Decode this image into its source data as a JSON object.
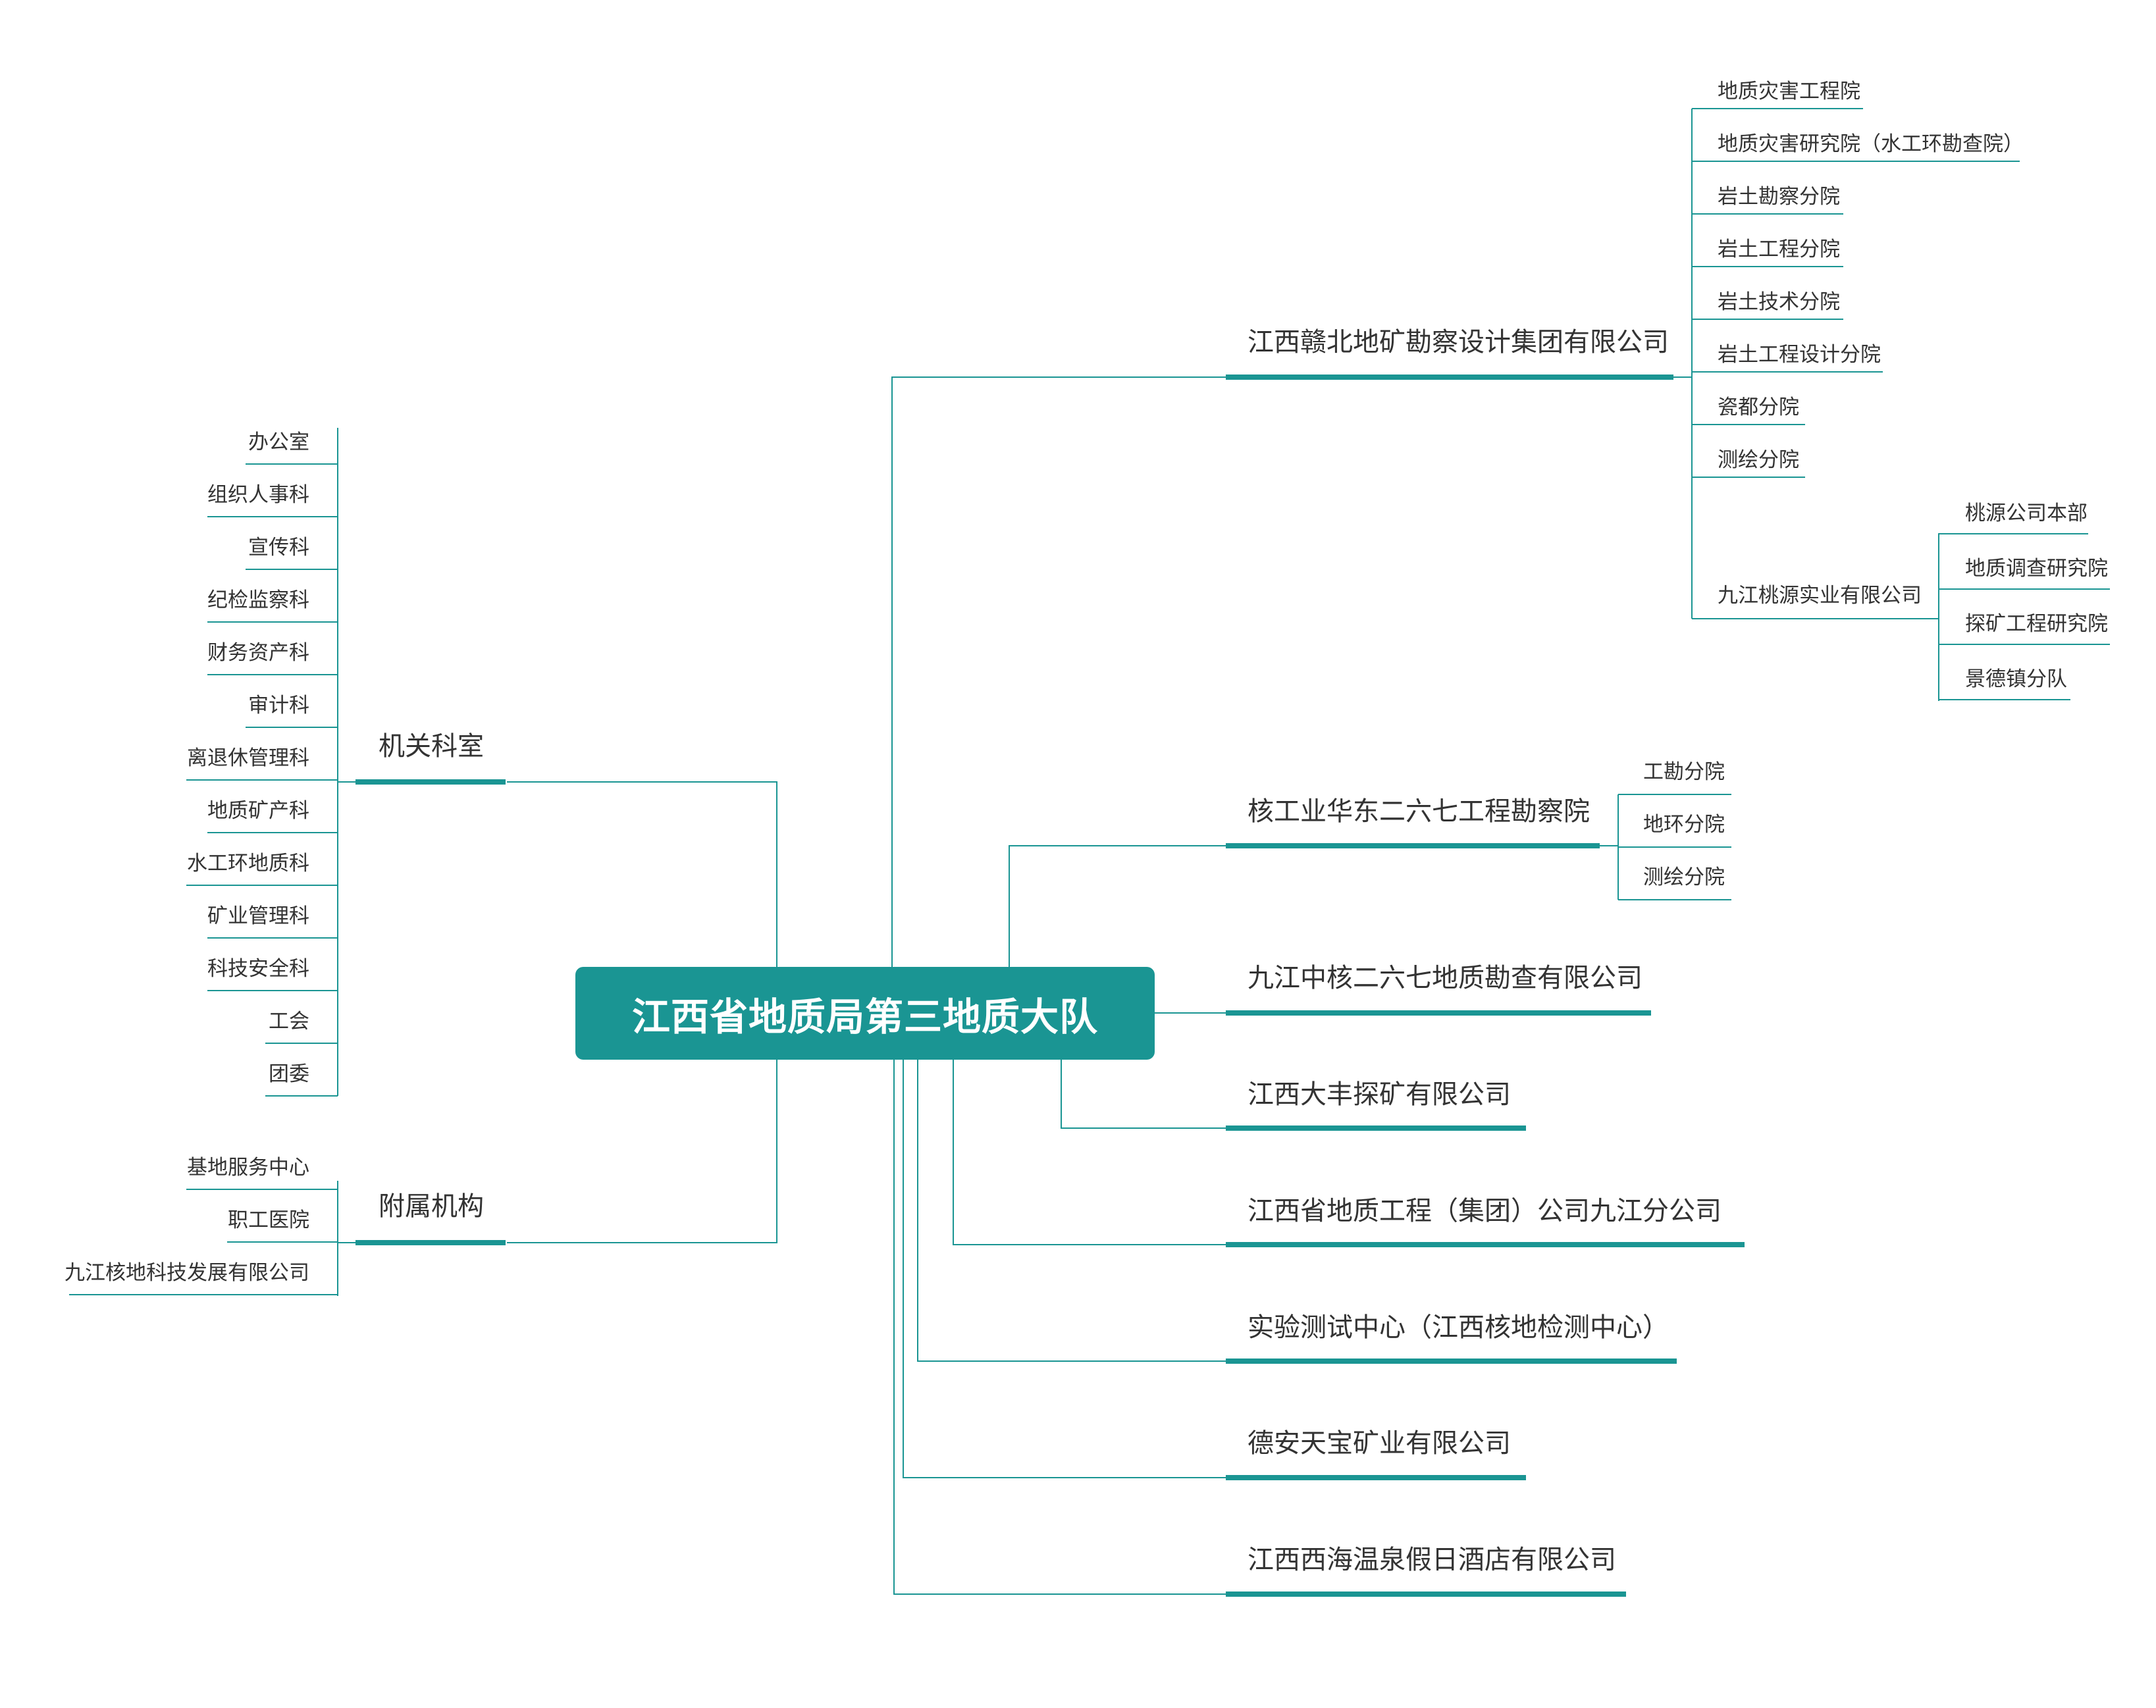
{
  "title": "江西省地质局第三地质大队",
  "colors": {
    "accent": "#1a9593",
    "line": "#1a9593",
    "text": "#333333"
  },
  "left_branches": [
    {
      "label": "机关科室",
      "children": [
        "办公室",
        "组织人事科",
        "宣传科",
        "纪检监察科",
        "财务资产科",
        "审计科",
        "离退休管理科",
        "地质矿产科",
        "水工环地质科",
        "矿业管理科",
        "科技安全科",
        "工会",
        "团委"
      ]
    },
    {
      "label": "附属机构",
      "children": [
        "基地服务中心",
        "职工医院",
        "九江核地科技发展有限公司"
      ]
    }
  ],
  "right_branches": [
    {
      "label": "江西赣北地矿勘察设计集团有限公司",
      "children": [
        {
          "label": "地质灾害工程院"
        },
        {
          "label": "地质灾害研究院（水工环勘查院）"
        },
        {
          "label": "岩土勘察分院"
        },
        {
          "label": "岩土工程分院"
        },
        {
          "label": "岩土技术分院"
        },
        {
          "label": "岩土工程设计分院"
        },
        {
          "label": "瓷都分院"
        },
        {
          "label": "测绘分院"
        },
        {
          "label": "九江桃源实业有限公司",
          "children": [
            "桃源公司本部",
            "地质调查研究院",
            "探矿工程研究院",
            "景德镇分队"
          ]
        }
      ]
    },
    {
      "label": "核工业华东二六七工程勘察院",
      "children": [
        {
          "label": "工勘分院"
        },
        {
          "label": "地环分院"
        },
        {
          "label": "测绘分院"
        }
      ]
    },
    {
      "label": "九江中核二六七地质勘查有限公司",
      "children": []
    },
    {
      "label": "江西大丰探矿有限公司",
      "children": []
    },
    {
      "label": "江西省地质工程（集团）公司九江分公司",
      "children": []
    },
    {
      "label": "实验测试中心（江西核地检测中心）",
      "children": []
    },
    {
      "label": "德安天宝矿业有限公司",
      "children": []
    },
    {
      "label": "江西西海温泉假日酒店有限公司",
      "children": []
    }
  ]
}
